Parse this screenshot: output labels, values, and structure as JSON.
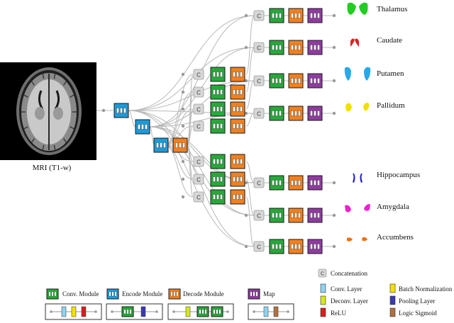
{
  "input": {
    "caption": "MRI (T1-w)"
  },
  "structures": [
    {
      "name": "Thalamus",
      "color": "#22cc22"
    },
    {
      "name": "Caudate",
      "color": "#e02020"
    },
    {
      "name": "Putamen",
      "color": "#2aa8e8"
    },
    {
      "name": "Pallidum",
      "color": "#f2e000"
    },
    {
      "name": "Hippocampus",
      "color": "#1a1acc"
    },
    {
      "name": "Amygdala",
      "color": "#ee22cc"
    },
    {
      "name": "Accumbens",
      "color": "#f07010"
    }
  ],
  "concat_glyph": "C",
  "colors": {
    "conv_module": "#27a83a",
    "encode_module": "#1e9ad6",
    "decode_module": "#f08020",
    "map": "#8e3c9e",
    "concat": "#d8d8d8",
    "conv_layer": "#8fd3f0",
    "deconv_layer": "#d4e81c",
    "relu": "#d81e1e",
    "batch_norm": "#f6e000",
    "pooling": "#3a3ab0",
    "logic_sigmoid": "#b07040"
  },
  "legend": {
    "modules": [
      {
        "label": "Conv. Module"
      },
      {
        "label": "Encode Module"
      },
      {
        "label": "Decode Module"
      },
      {
        "label": "Map"
      }
    ],
    "layers": {
      "concatenation": "Concatenation",
      "conv_layer": "Conv. Layer",
      "deconv_layer": "Deconv. Layer",
      "relu": "ReLU",
      "batch_norm": "Batch Normalization",
      "pooling": "Pooling Layer",
      "logic_sigmoid": "Logic Sigmoid"
    }
  }
}
